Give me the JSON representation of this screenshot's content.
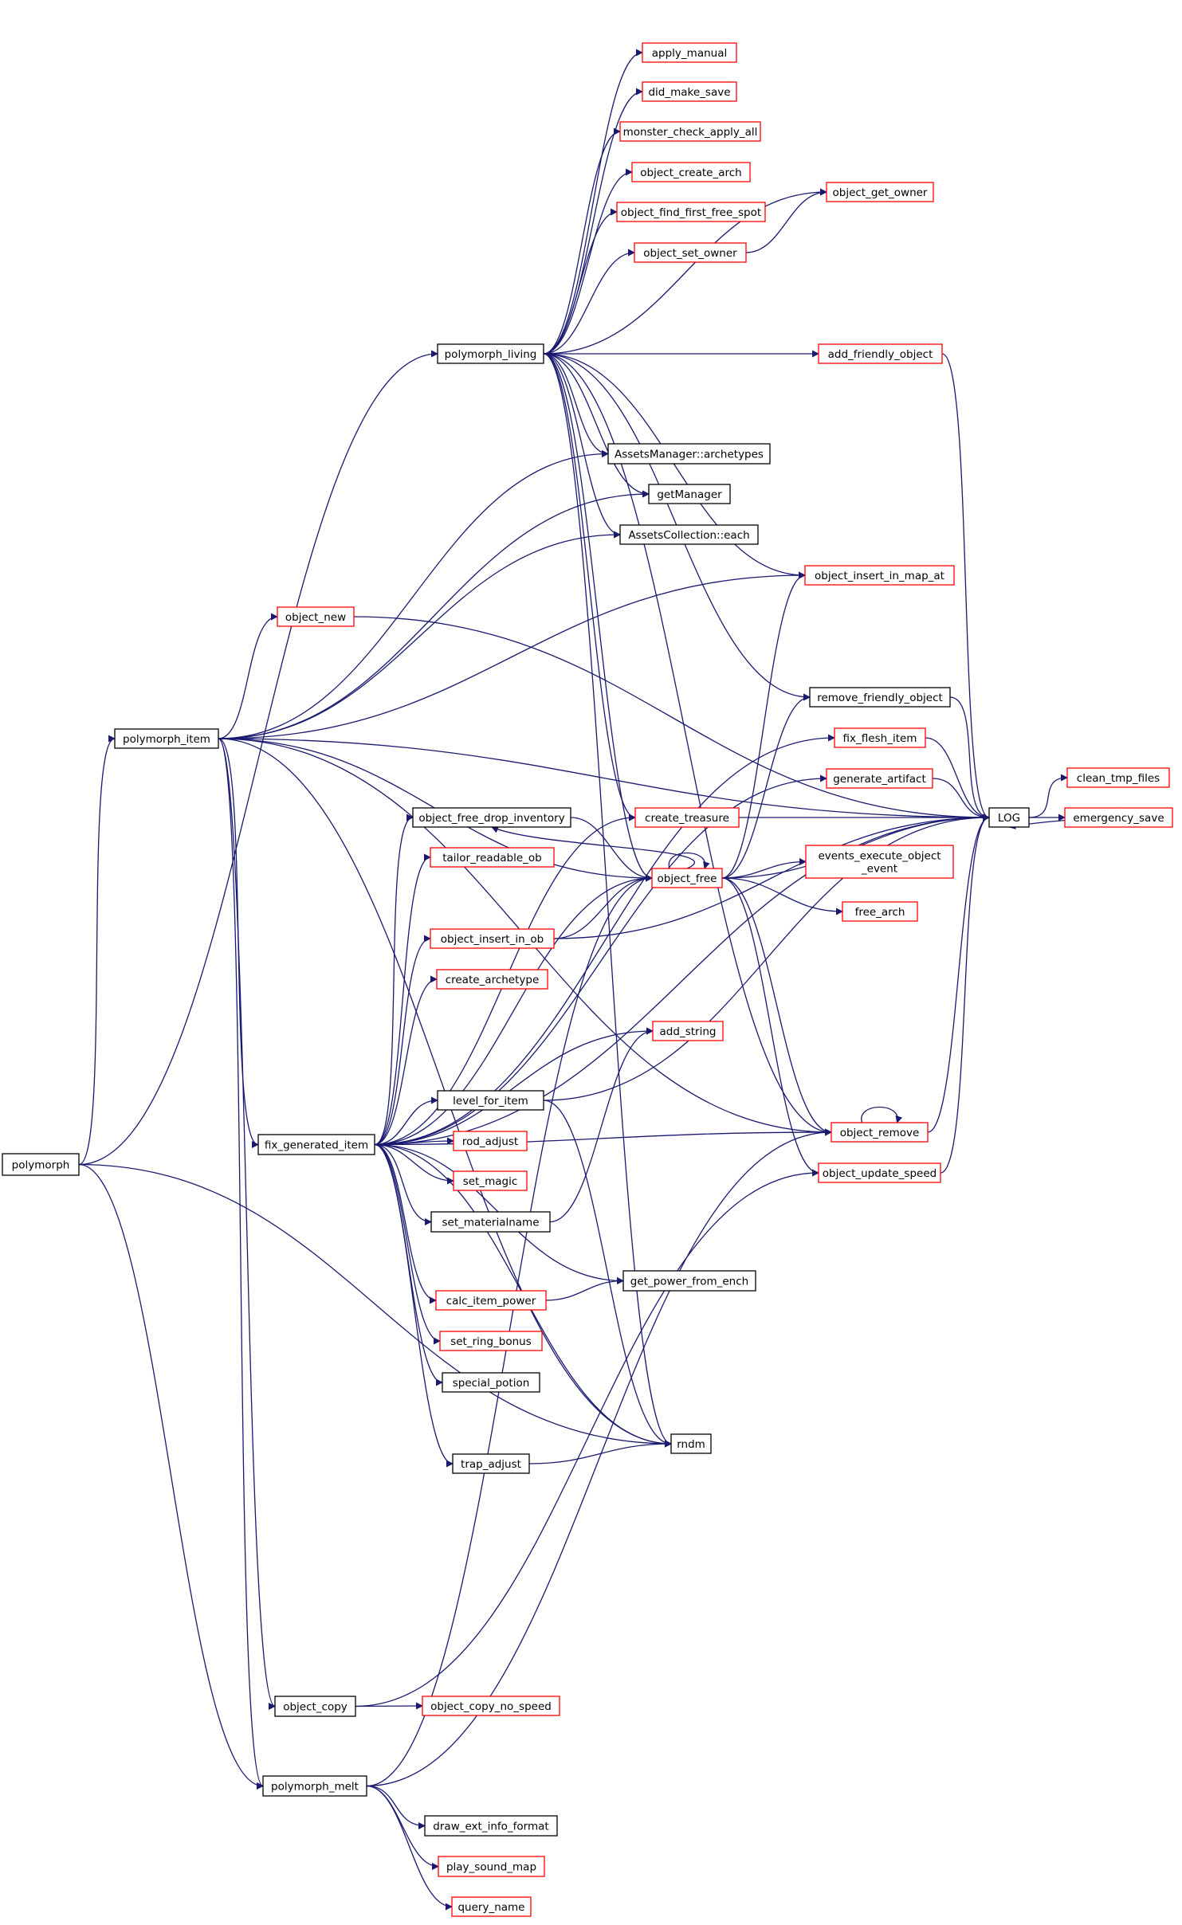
{
  "colors": {
    "edge": "#191970",
    "root_fill": "#bfbfbf",
    "root_border": "#000000",
    "documented_border": "#000000",
    "undocumented_border": "#ff0000",
    "text": "#000000"
  },
  "nodes": [
    {
      "id": "polymorph",
      "label": "polymorph",
      "style": "root"
    },
    {
      "id": "polymorph_living",
      "label": "polymorph_living",
      "style": "black"
    },
    {
      "id": "polymorph_item",
      "label": "polymorph_item",
      "style": "black"
    },
    {
      "id": "fix_generated_item",
      "label": "fix_generated_item",
      "style": "black"
    },
    {
      "id": "object_copy",
      "label": "object_copy",
      "style": "black"
    },
    {
      "id": "polymorph_melt",
      "label": "polymorph_melt",
      "style": "black"
    },
    {
      "id": "object_new",
      "label": "object_new",
      "style": "red"
    },
    {
      "id": "apply_manual",
      "label": "apply_manual",
      "style": "red"
    },
    {
      "id": "did_make_save",
      "label": "did_make_save",
      "style": "red"
    },
    {
      "id": "monster_check_apply_all",
      "label": "monster_check_apply_all",
      "style": "red"
    },
    {
      "id": "object_create_arch",
      "label": "object_create_arch",
      "style": "red"
    },
    {
      "id": "object_find_first_free_spot",
      "label": "object_find_first_free_spot",
      "style": "red"
    },
    {
      "id": "object_set_owner",
      "label": "object_set_owner",
      "style": "red"
    },
    {
      "id": "assets_archetypes",
      "label": "AssetsManager::archetypes",
      "style": "black"
    },
    {
      "id": "getManager",
      "label": "getManager",
      "style": "black"
    },
    {
      "id": "assets_each",
      "label": "AssetsCollection::each",
      "style": "black"
    },
    {
      "id": "object_free_drop_inventory",
      "label": "object_free_drop_inventory",
      "style": "black"
    },
    {
      "id": "tailor_readable_ob",
      "label": "tailor_readable_ob",
      "style": "red"
    },
    {
      "id": "object_insert_in_ob",
      "label": "object_insert_in_ob",
      "style": "red"
    },
    {
      "id": "create_archetype",
      "label": "create_archetype",
      "style": "red"
    },
    {
      "id": "create_treasure",
      "label": "create_treasure",
      "style": "red"
    },
    {
      "id": "object_free",
      "label": "object_free",
      "style": "red"
    },
    {
      "id": "add_string",
      "label": "add_string",
      "style": "red"
    },
    {
      "id": "level_for_item",
      "label": "level_for_item",
      "style": "black"
    },
    {
      "id": "rod_adjust",
      "label": "rod_adjust",
      "style": "red"
    },
    {
      "id": "set_magic",
      "label": "set_magic",
      "style": "red"
    },
    {
      "id": "set_materialname",
      "label": "set_materialname",
      "style": "black"
    },
    {
      "id": "get_power_from_ench",
      "label": "get_power_from_ench",
      "style": "black"
    },
    {
      "id": "calc_item_power",
      "label": "calc_item_power",
      "style": "red"
    },
    {
      "id": "set_ring_bonus",
      "label": "set_ring_bonus",
      "style": "red"
    },
    {
      "id": "special_potion",
      "label": "special_potion",
      "style": "black"
    },
    {
      "id": "rndm",
      "label": "rndm",
      "style": "black"
    },
    {
      "id": "trap_adjust",
      "label": "trap_adjust",
      "style": "black"
    },
    {
      "id": "object_copy_no_speed",
      "label": "object_copy_no_speed",
      "style": "red"
    },
    {
      "id": "draw_ext_info_format",
      "label": "draw_ext_info_format",
      "style": "black"
    },
    {
      "id": "play_sound_map",
      "label": "play_sound_map",
      "style": "red"
    },
    {
      "id": "query_name",
      "label": "query_name",
      "style": "red"
    },
    {
      "id": "object_get_owner",
      "label": "object_get_owner",
      "style": "red"
    },
    {
      "id": "add_friendly_object",
      "label": "add_friendly_object",
      "style": "red"
    },
    {
      "id": "object_insert_in_map_at",
      "label": "object_insert_in_map_at",
      "style": "red"
    },
    {
      "id": "remove_friendly_object",
      "label": "remove_friendly_object",
      "style": "black"
    },
    {
      "id": "fix_flesh_item",
      "label": "fix_flesh_item",
      "style": "red"
    },
    {
      "id": "generate_artifact",
      "label": "generate_artifact",
      "style": "red"
    },
    {
      "id": "events_execute_object_event",
      "label": "events_execute_object\n_event",
      "style": "red"
    },
    {
      "id": "free_arch",
      "label": "free_arch",
      "style": "red"
    },
    {
      "id": "object_remove",
      "label": "object_remove",
      "style": "red"
    },
    {
      "id": "object_update_speed",
      "label": "object_update_speed",
      "style": "red"
    },
    {
      "id": "LOG",
      "label": "LOG",
      "style": "black"
    },
    {
      "id": "clean_tmp_files",
      "label": "clean_tmp_files",
      "style": "red"
    },
    {
      "id": "emergency_save",
      "label": "emergency_save",
      "style": "red"
    }
  ],
  "edges": [
    [
      "polymorph",
      "polymorph_living"
    ],
    [
      "polymorph",
      "polymorph_item"
    ],
    [
      "polymorph",
      "polymorph_melt"
    ],
    [
      "polymorph",
      "rndm"
    ],
    [
      "polymorph_living",
      "apply_manual"
    ],
    [
      "polymorph_living",
      "did_make_save"
    ],
    [
      "polymorph_living",
      "monster_check_apply_all"
    ],
    [
      "polymorph_living",
      "object_create_arch"
    ],
    [
      "polymorph_living",
      "object_find_first_free_spot"
    ],
    [
      "polymorph_living",
      "object_set_owner"
    ],
    [
      "polymorph_living",
      "object_get_owner"
    ],
    [
      "polymorph_living",
      "add_friendly_object"
    ],
    [
      "polymorph_living",
      "assets_archetypes"
    ],
    [
      "polymorph_living",
      "getManager"
    ],
    [
      "polymorph_living",
      "assets_each"
    ],
    [
      "polymorph_living",
      "object_insert_in_map_at"
    ],
    [
      "polymorph_living",
      "remove_friendly_object"
    ],
    [
      "polymorph_living",
      "object_remove"
    ],
    [
      "polymorph_living",
      "create_treasure"
    ],
    [
      "polymorph_living",
      "object_free"
    ],
    [
      "polymorph_living",
      "rndm"
    ],
    [
      "object_set_owner",
      "object_get_owner"
    ],
    [
      "polymorph_item",
      "assets_archetypes"
    ],
    [
      "polymorph_item",
      "getManager"
    ],
    [
      "polymorph_item",
      "assets_each"
    ],
    [
      "polymorph_item",
      "object_insert_in_map_at"
    ],
    [
      "polymorph_item",
      "object_new"
    ],
    [
      "polymorph_item",
      "LOG"
    ],
    [
      "polymorph_item",
      "object_free"
    ],
    [
      "polymorph_item",
      "fix_generated_item"
    ],
    [
      "polymorph_item",
      "rndm"
    ],
    [
      "polymorph_item",
      "object_remove"
    ],
    [
      "polymorph_item",
      "object_copy"
    ],
    [
      "polymorph_item",
      "polymorph_melt"
    ],
    [
      "object_new",
      "LOG"
    ],
    [
      "add_friendly_object",
      "LOG"
    ],
    [
      "fix_generated_item",
      "fix_flesh_item"
    ],
    [
      "fix_generated_item",
      "generate_artifact"
    ],
    [
      "fix_generated_item",
      "object_free_drop_inventory"
    ],
    [
      "fix_generated_item",
      "tailor_readable_ob"
    ],
    [
      "fix_generated_item",
      "object_insert_in_ob"
    ],
    [
      "fix_generated_item",
      "create_archetype"
    ],
    [
      "fix_generated_item",
      "create_treasure"
    ],
    [
      "fix_generated_item",
      "object_free"
    ],
    [
      "fix_generated_item",
      "add_string"
    ],
    [
      "fix_generated_item",
      "level_for_item"
    ],
    [
      "fix_generated_item",
      "rod_adjust"
    ],
    [
      "fix_generated_item",
      "set_magic"
    ],
    [
      "fix_generated_item",
      "set_materialname"
    ],
    [
      "fix_generated_item",
      "get_power_from_ench"
    ],
    [
      "fix_generated_item",
      "calc_item_power"
    ],
    [
      "fix_generated_item",
      "set_ring_bonus"
    ],
    [
      "fix_generated_item",
      "special_potion"
    ],
    [
      "fix_generated_item",
      "trap_adjust"
    ],
    [
      "fix_generated_item",
      "rndm"
    ],
    [
      "fix_generated_item",
      "object_remove"
    ],
    [
      "fix_generated_item",
      "LOG"
    ],
    [
      "object_free_drop_inventory",
      "object_free"
    ],
    [
      "object_free",
      "object_free_drop_inventory"
    ],
    [
      "object_free",
      "object_free"
    ],
    [
      "object_free",
      "object_insert_in_map_at"
    ],
    [
      "object_free",
      "remove_friendly_object"
    ],
    [
      "object_free",
      "events_execute_object_event"
    ],
    [
      "object_free",
      "free_arch"
    ],
    [
      "object_free",
      "LOG"
    ],
    [
      "object_free",
      "object_remove"
    ],
    [
      "object_free",
      "object_update_speed"
    ],
    [
      "object_insert_in_ob",
      "object_free"
    ],
    [
      "object_insert_in_ob",
      "LOG"
    ],
    [
      "create_treasure",
      "LOG"
    ],
    [
      "level_for_item",
      "LOG"
    ],
    [
      "level_for_item",
      "rndm"
    ],
    [
      "set_materialname",
      "add_string"
    ],
    [
      "calc_item_power",
      "get_power_from_ench"
    ],
    [
      "trap_adjust",
      "rndm"
    ],
    [
      "remove_friendly_object",
      "LOG"
    ],
    [
      "fix_flesh_item",
      "LOG"
    ],
    [
      "generate_artifact",
      "LOG"
    ],
    [
      "object_remove",
      "object_remove"
    ],
    [
      "object_remove",
      "LOG"
    ],
    [
      "object_update_speed",
      "LOG"
    ],
    [
      "LOG",
      "clean_tmp_files"
    ],
    [
      "LOG",
      "emergency_save"
    ],
    [
      "emergency_save",
      "LOG"
    ],
    [
      "object_copy",
      "object_copy_no_speed"
    ],
    [
      "object_copy",
      "object_update_speed"
    ],
    [
      "polymorph_melt",
      "draw_ext_info_format"
    ],
    [
      "polymorph_melt",
      "play_sound_map"
    ],
    [
      "polymorph_melt",
      "query_name"
    ],
    [
      "polymorph_melt",
      "object_free"
    ],
    [
      "polymorph_melt",
      "object_remove"
    ]
  ]
}
